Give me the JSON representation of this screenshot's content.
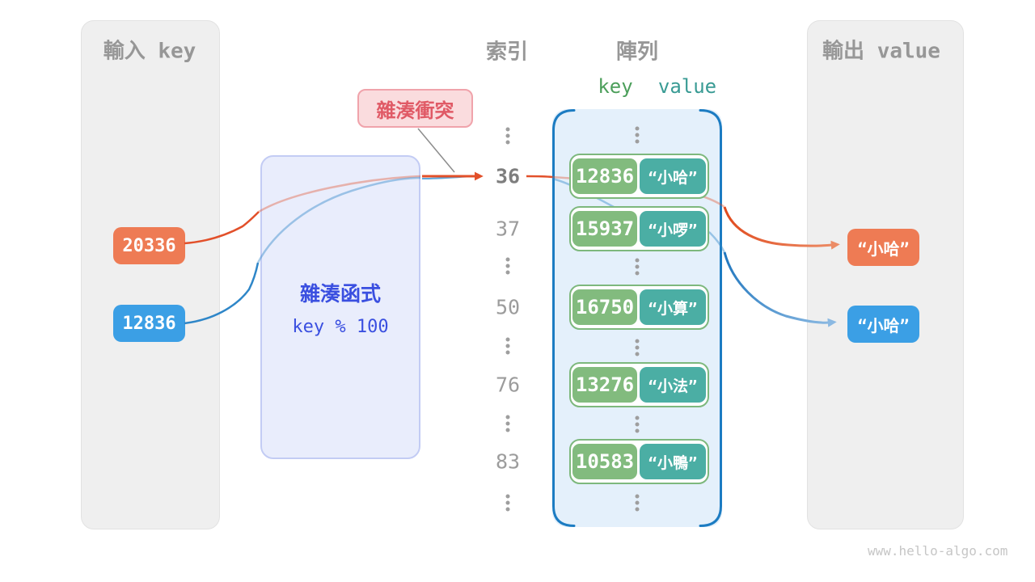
{
  "input_panel": {
    "title": "輸入 key",
    "keys": [
      {
        "value": "20336",
        "color": "#EE7B54"
      },
      {
        "value": "12836",
        "color": "#3B9FE5"
      }
    ]
  },
  "hash_box": {
    "title": "雜湊函式",
    "formula": "key % 100"
  },
  "collision_label": {
    "text": "雜湊衝突"
  },
  "index_column": {
    "title": "索引",
    "indices": [
      "36",
      "37",
      "50",
      "76",
      "83"
    ]
  },
  "array_panel": {
    "title": "陣列",
    "key_header": "key",
    "value_header": "value",
    "buckets": [
      {
        "key": "12836",
        "value": "“小哈”"
      },
      {
        "key": "15937",
        "value": "“小啰”"
      },
      {
        "key": "16750",
        "value": "“小算”"
      },
      {
        "key": "13276",
        "value": "“小法”"
      },
      {
        "key": "10583",
        "value": "“小鴨”"
      }
    ]
  },
  "output_panel": {
    "title": "輸出 value",
    "values": [
      {
        "text": "“小哈”",
        "color": "#EE7B54"
      },
      {
        "text": "“小哈”",
        "color": "#3B9FE5"
      }
    ]
  },
  "colors": {
    "orange_flow": "#E2502A",
    "blue_flow": "#2E86C8",
    "array_border": "#1C7CC2",
    "bucket_key_green": "#82BB7E",
    "bucket_value_teal": "#4BAEA4",
    "hash_text_blue": "#3A4FE0",
    "collision_red": "#E05A66",
    "panel_gray": "#EFEFEF"
  },
  "watermark": "www.hello-algo.com"
}
